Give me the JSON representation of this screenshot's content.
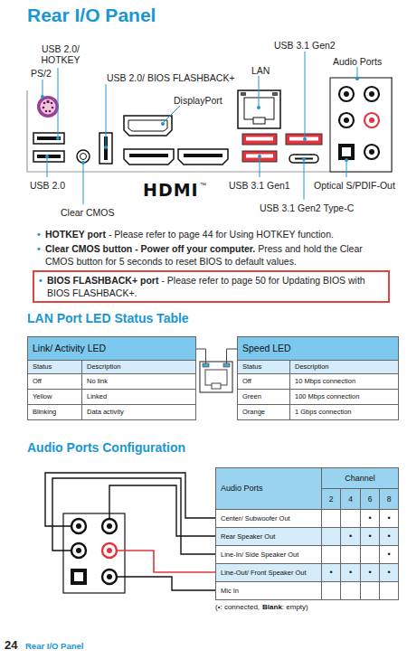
{
  "diagram": {
    "title": "Rear I/O Panel",
    "nodes": [
      {
        "text": [
          "•",
          "BIOS FLASHBACK+ port",
          "- Please refer to page 50 for Updating BIOS with BIOS FLASHBACK+."
        ]
      }
    ],
    "labels": [
      "USB 2.0/ HOTKEY",
      "PS/2",
      "USB 2.0/ BIOS FLASHBACK+",
      "DisplayPort",
      "LAN",
      "USB 3.1 Gen2",
      "Audio Ports",
      "USB 2.0",
      "Clear CMOS",
      "HDMI",
      "™",
      "USB 3.1 Gen1",
      "Optical S/PDIF-Out",
      "USB 3.1 Gen2 Type-C",
      "•",
      "HOTKEY port",
      "- Please refer to page 44 for Using HOTKEY function.",
      "•",
      "Clear CMOS button - Power off your computer.",
      "Press and hold the Clear CMOS button for 5 seconds to reset BIOS to default values.",
      "LAN Port LED Status Table",
      "Link/ Activity LED",
      "Status",
      "Description",
      "Off",
      "No link",
      "Yellow",
      "Linked",
      "Blinking",
      "Data activity",
      "Speed LED",
      "Status",
      "Description",
      "Off",
      "10 Mbps connection",
      "Green",
      "100 Mbps connection",
      "Orange",
      "1 Gbps connection",
      "Audio Ports Configuration",
      "Audio Ports",
      "Channel",
      "2",
      "4",
      "6",
      "8",
      "Center/ Subwoofer Out",
      "•",
      "•",
      "Rear Speaker Out",
      "•",
      "•",
      "•",
      "Line-In/ Side Speaker Out",
      "•",
      "Line-Out/ Front Speaker Out",
      "•",
      "•",
      "•",
      "•",
      "Mic In",
      "(•: connected,",
      "Blank",
      ": empty)",
      "24",
      "Rear I/O Panel"
    ]
  }
}
